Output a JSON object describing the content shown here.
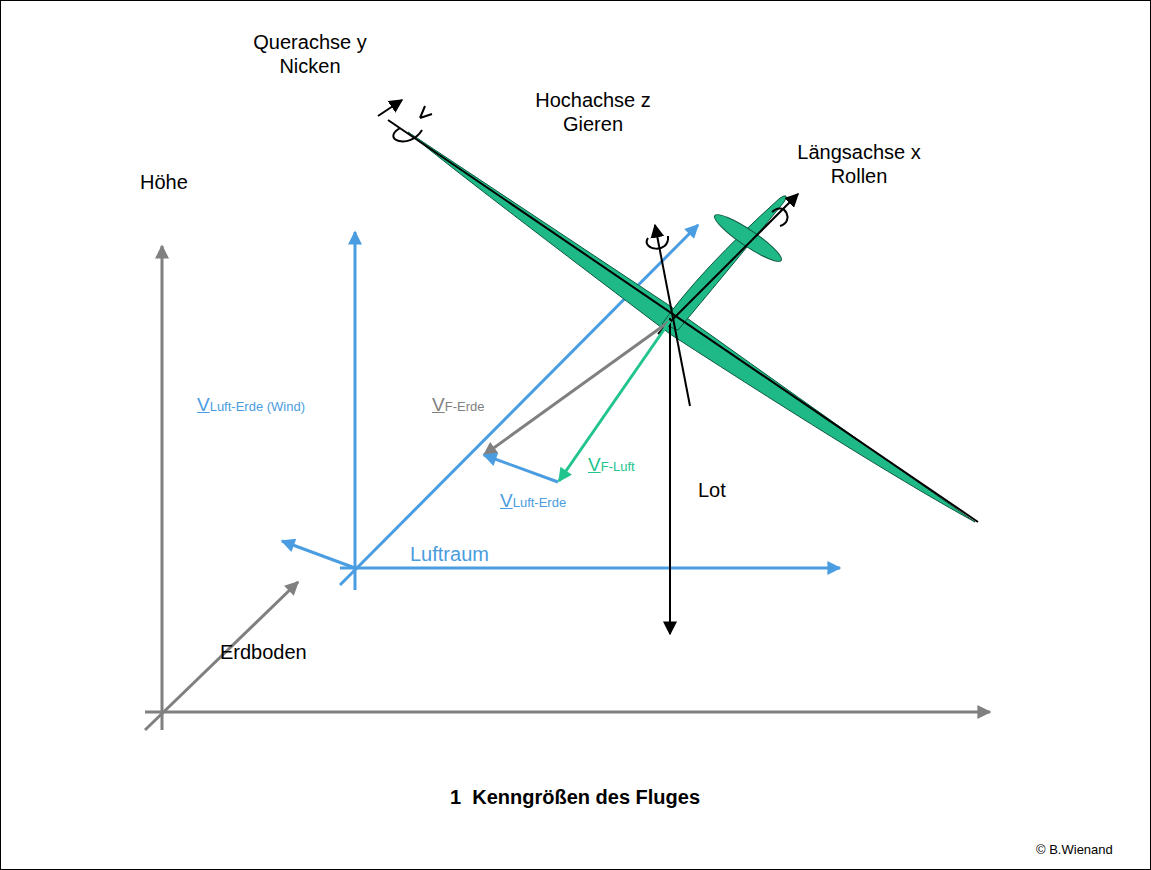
{
  "diagram": {
    "caption": "1  Kenngrößen des Fluges",
    "labels": [
      "Querachse y Nicken",
      "Hochachse z Gieren",
      "Längsachse x Rollen",
      "Höhe",
      "VF-Erde",
      "VLuft-Erde (Wind)",
      "VLuft-Erde",
      "VF-Luft",
      "Lot",
      "Luftraum",
      "Erdboden",
      "© B.Wienand"
    ]
  }
}
